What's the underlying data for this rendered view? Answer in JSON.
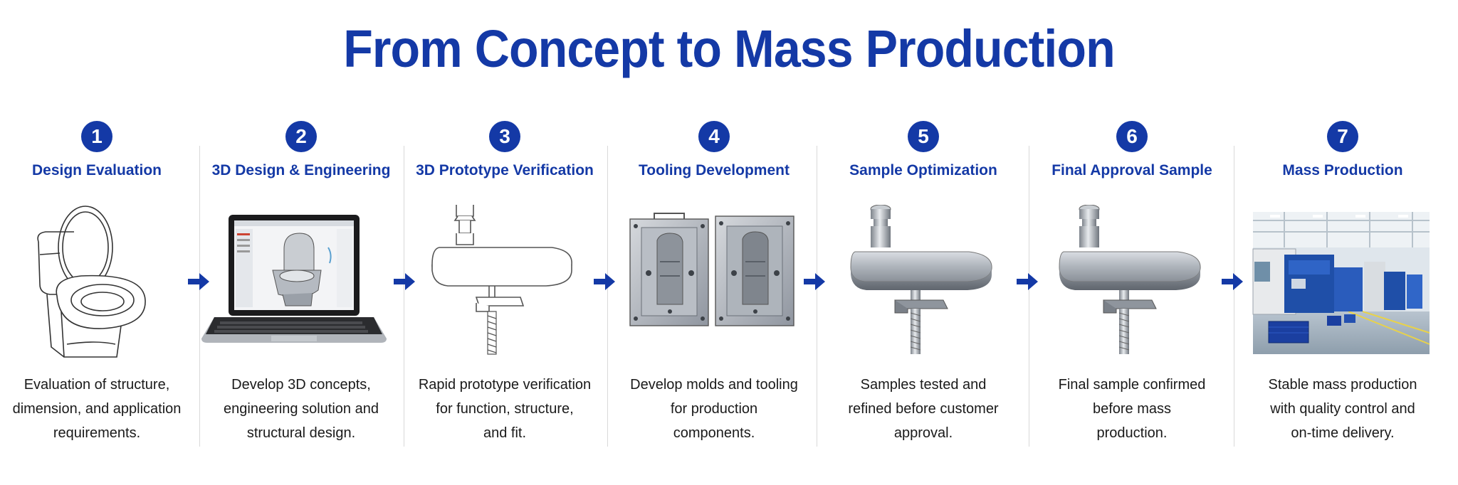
{
  "title": "From Concept to Mass Production",
  "accent_color": "#1439a6",
  "arrow_icon": "right-arrow-icon",
  "steps": [
    {
      "number": "1",
      "title": "Design Evaluation",
      "desc": [
        "Evaluation of structure,",
        "dimension, and application",
        "requirements."
      ],
      "illustration": "toilet-sketch-icon"
    },
    {
      "number": "2",
      "title": "3D Design & Engineering",
      "desc": [
        "Develop 3D concepts,",
        "engineering solution and",
        "structural design."
      ],
      "illustration": "laptop-cad-icon"
    },
    {
      "number": "3",
      "title": "3D Prototype Verification",
      "desc": [
        "Rapid prototype verification",
        "for function, structure,",
        "and fit."
      ],
      "illustration": "hinge-prototype-sketch-icon"
    },
    {
      "number": "4",
      "title": "Tooling Development",
      "desc": [
        "Develop molds and tooling",
        "for production",
        "components."
      ],
      "illustration": "mold-tooling-icon"
    },
    {
      "number": "5",
      "title": "Sample Optimization",
      "desc": [
        "Samples tested and",
        "refined before customer",
        "approval."
      ],
      "illustration": "metal-hinge-sample-icon"
    },
    {
      "number": "6",
      "title": "Final Approval Sample",
      "desc": [
        "Final sample confirmed",
        "before mass",
        "production."
      ],
      "illustration": "metal-hinge-final-icon"
    },
    {
      "number": "7",
      "title": "Mass Production",
      "desc": [
        "Stable mass production",
        "with quality control and",
        "on-time delivery."
      ],
      "illustration": "factory-floor-photo"
    }
  ]
}
